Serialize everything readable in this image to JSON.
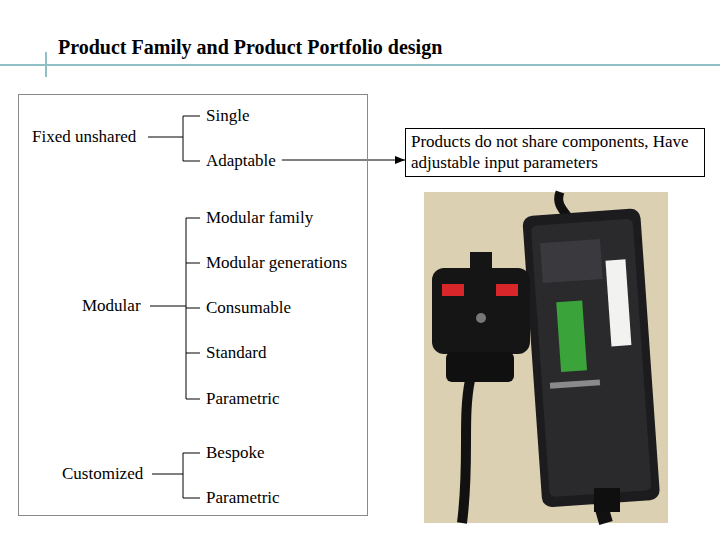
{
  "diagram": {
    "title": "Product Family and Product Portfolio design",
    "nodes": [
      {
        "text": [
          "Fixed unshared",
          "Single",
          "Adaptable",
          "Modular",
          "Modular family",
          "Modular generations",
          "Consumable",
          "Standard",
          "Parametric",
          "Customized",
          "Bespoke",
          "Parametric"
        ]
      },
      {
        "text": [
          "Products do not share components, Have adjustable input parameters"
        ]
      }
    ],
    "edges": [
      {
        "from": 0,
        "to": 1,
        "arrow": "to"
      }
    ]
  }
}
